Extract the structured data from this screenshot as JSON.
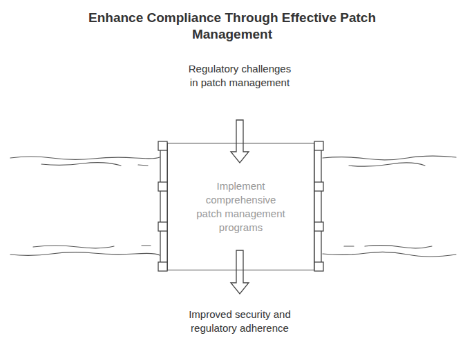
{
  "diagram": {
    "title": "Enhance Compliance Through Effective Patch Management",
    "nodes": [
      {
        "text": [
          "Implement comprehensive patch management programs"
        ]
      }
    ],
    "labels": [
      "Regulatory challenges in patch management",
      "Improved security and regulatory adherence"
    ]
  }
}
